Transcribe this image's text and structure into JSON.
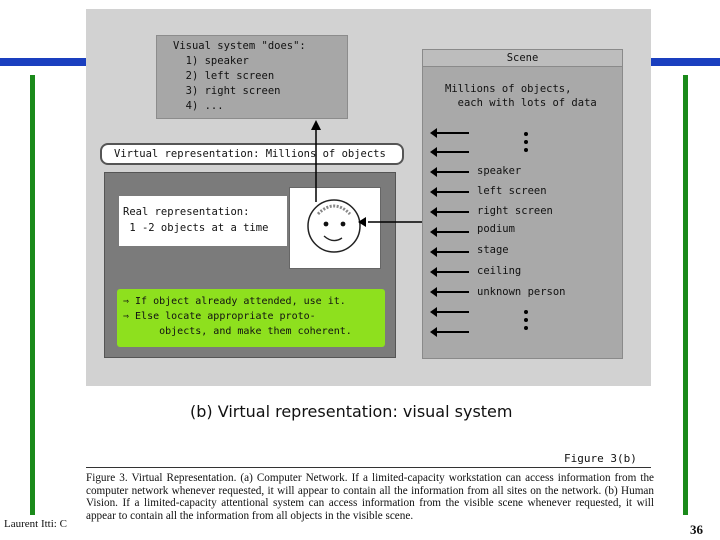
{
  "figure": {
    "visual_system_does": "Visual system \"does\":\n  1) speaker\n  2) left screen\n  3) right screen\n  4) ...",
    "scene": {
      "title": "Scene",
      "description": "Millions of objects,\n  each with lots of data",
      "items": [
        "speaker",
        "left screen",
        "right screen",
        "podium",
        "stage",
        "ceiling",
        "unknown person"
      ]
    },
    "virtual_banner": "Virtual representation: Millions of objects",
    "real_representation": "Real representation:\n 1 -2 objects at a time",
    "hint": "⇒ If object already attended, use it.\n⇒ Else locate appropriate proto-\n      objects, and make them coherent.",
    "caption_b": "(b) Virtual representation: visual system",
    "figure_label": "Figure 3(b)"
  },
  "caption_text": "Figure 3.  Virtual Representation. (a) Computer Network. If a limited-capacity workstation can access information from the computer network whenever requested, it will appear to contain all the information from all sites on the network. (b) Human Vision. If a limited-capacity attentional system can access information from the visible scene whenever requested, it will appear to contain all the information from all objects in the visible scene.",
  "footer": {
    "author": "Laurent Itti: C",
    "page_number": "36"
  },
  "colors": {
    "slide_blue": "#1a3fbf",
    "slide_green": "#1a8a1a",
    "hint_green": "#8ee01e"
  }
}
